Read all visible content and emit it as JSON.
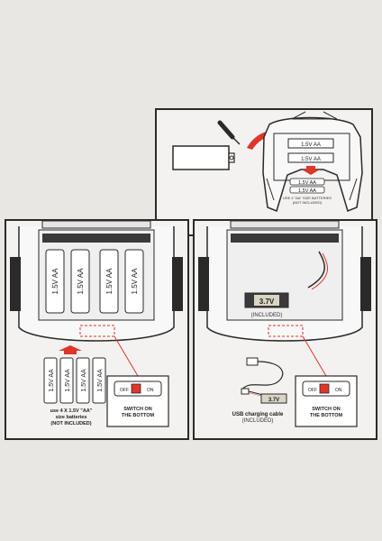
{
  "top_panel": {
    "battery_label_1": "1.5V AA",
    "battery_label_2": "1.5V AA",
    "note_line1": "USE 2 \"AA\" SIZE BATTERIES",
    "note_line2": "(NOT INCLUDED)",
    "small_batt_1": "1.5V AA",
    "small_batt_2": "1.5V AA"
  },
  "left_panel": {
    "battery_label": "1.5V AA",
    "loose_battery_label": "1.5V AA",
    "switch_off": "OFF",
    "switch_on": "ON",
    "switch_caption_line1": "SWITCH ON",
    "switch_caption_line2": "THE BOTTOM",
    "battery_note_line1": "use 4 X 1.5V \"AA\"",
    "battery_note_line2": "size batteries",
    "battery_note_line3": "(NOT INCLUDED)"
  },
  "right_panel": {
    "pack_label": "3.7V",
    "pack_included": "(INCLUDED)",
    "cable_pack_label": "3.7V",
    "switch_off": "OFF",
    "switch_on": "ON",
    "switch_caption_line1": "SWITCH ON",
    "switch_caption_line2": "THE BOTTOM",
    "cable_caption_line1": "USB charging cable",
    "cable_caption_line2": "(INCLUDED)"
  },
  "colors": {
    "accent_red": "#e0352b",
    "line": "#2a2a2a",
    "panel_bg": "#f3f2f0"
  }
}
